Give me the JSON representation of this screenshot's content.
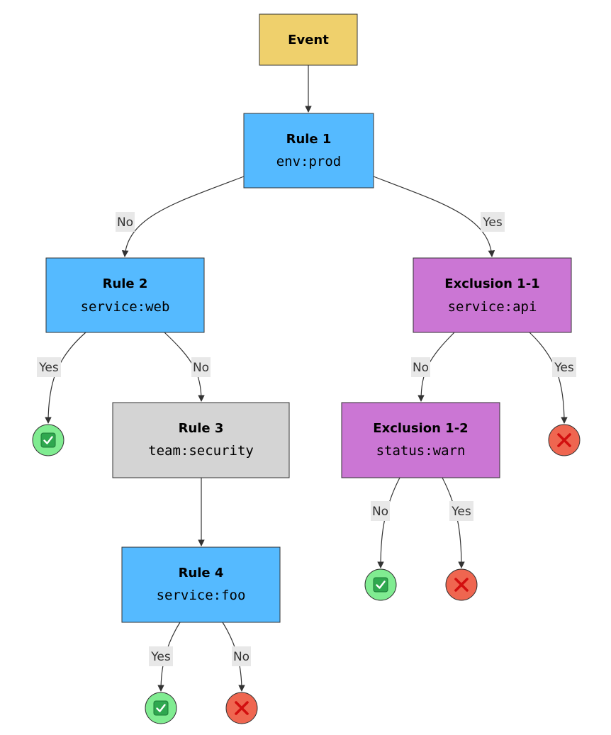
{
  "colors": {
    "event": "#efd06c",
    "rule": "#55baff",
    "rule_gray": "#d4d4d4",
    "exclusion": "#cb76d4",
    "outcome_pass": "#80ec91",
    "outcome_fail": "#ef6650",
    "stroke": "#333333"
  },
  "nodes": {
    "event": {
      "title": "Event"
    },
    "rule1": {
      "title": "Rule 1",
      "condition": "env:prod"
    },
    "rule2": {
      "title": "Rule 2",
      "condition": "service:web"
    },
    "rule3": {
      "title": "Rule 3",
      "condition": "team:security"
    },
    "rule4": {
      "title": "Rule 4",
      "condition": "service:foo"
    },
    "exclusion1_1": {
      "title": "Exclusion 1-1",
      "condition": "service:api"
    },
    "exclusion1_2": {
      "title": "Exclusion 1-2",
      "condition": "status:warn"
    }
  },
  "outcomes": {
    "pass": {
      "icon": "check-mark-icon"
    },
    "fail": {
      "icon": "cross-mark-icon"
    }
  },
  "edges": [
    {
      "from": "event",
      "to": "rule1",
      "label": ""
    },
    {
      "from": "rule1",
      "to": "rule2",
      "label": "No"
    },
    {
      "from": "rule1",
      "to": "exclusion1_1",
      "label": "Yes"
    },
    {
      "from": "rule2",
      "to": "pass",
      "label": "Yes"
    },
    {
      "from": "rule2",
      "to": "rule3",
      "label": "No"
    },
    {
      "from": "exclusion1_1",
      "to": "exclusion1_2",
      "label": "No"
    },
    {
      "from": "exclusion1_1",
      "to": "fail",
      "label": "Yes"
    },
    {
      "from": "rule3",
      "to": "rule4",
      "label": ""
    },
    {
      "from": "exclusion1_2",
      "to": "pass",
      "label": "No"
    },
    {
      "from": "exclusion1_2",
      "to": "fail",
      "label": "Yes"
    },
    {
      "from": "rule4",
      "to": "pass",
      "label": "Yes"
    },
    {
      "from": "rule4",
      "to": "fail",
      "label": "No"
    }
  ]
}
